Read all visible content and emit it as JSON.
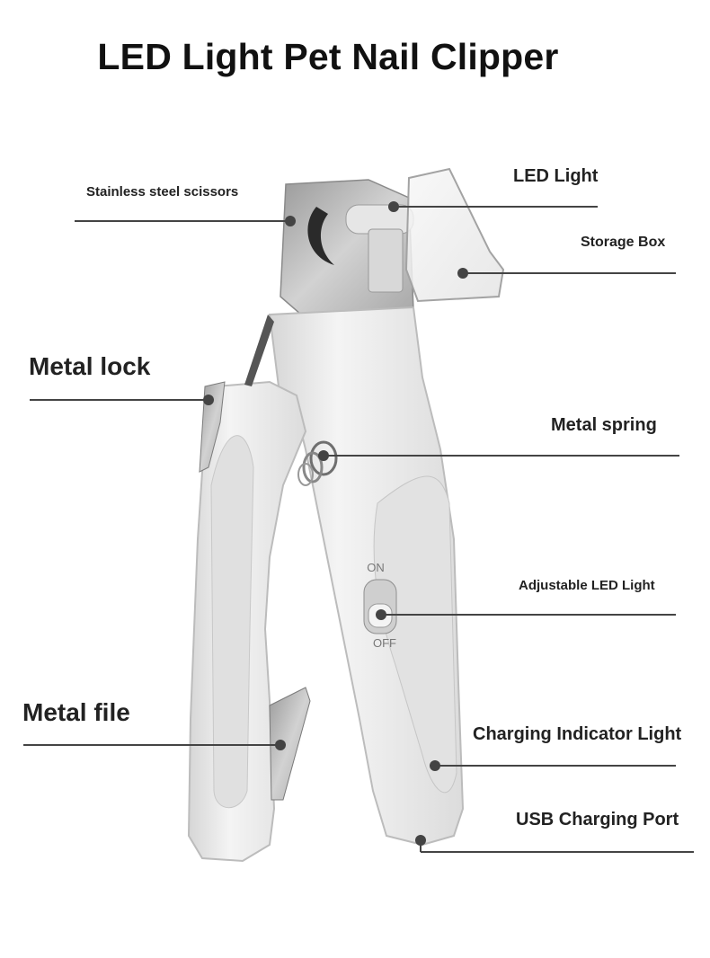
{
  "title": "LED Light Pet Nail Clipper",
  "labels": {
    "scissors": "Stainless steel scissors",
    "led_light": "LED Light",
    "storage_box": "Storage Box",
    "metal_lock": "Metal lock",
    "metal_spring": "Metal spring",
    "adjustable_led": "Adjustable LED Light",
    "metal_file": "Metal file",
    "charging_indicator": "Charging Indicator Light",
    "usb_port": "USB Charging Port"
  },
  "switch": {
    "on": "ON",
    "off": "OFF"
  },
  "colors": {
    "body": "#ececec",
    "body_shadow": "#c9c9c9",
    "metal": "#b9b9b9",
    "leader": "#444444"
  }
}
